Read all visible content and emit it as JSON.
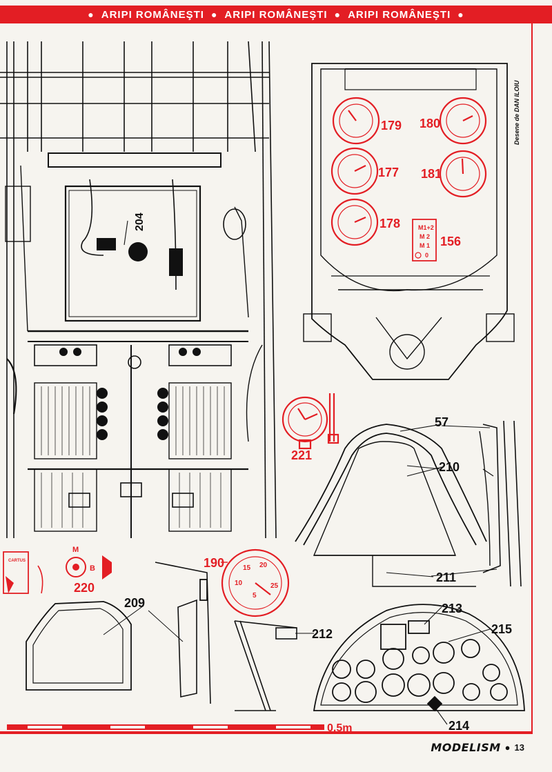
{
  "header": {
    "segments": [
      "ARIPI ROMÂNEŞTI",
      "ARIPI ROMÂNEŞTI",
      "ARIPI ROMÂNEŞTI"
    ]
  },
  "credit": "Desene de DAN ILOIU",
  "labels": {
    "l204": "204",
    "l179": "179",
    "l180": "180",
    "l177": "177",
    "l181": "181",
    "l178": "178",
    "l156": "156",
    "l221": "221",
    "l57": "57",
    "l210": "210",
    "l211": "211",
    "l190": "190",
    "l220": "220",
    "l209": "209",
    "l212": "212",
    "l213": "213",
    "l215": "215",
    "l214": "214"
  },
  "switch_panel": [
    "M1+2",
    "M 2",
    "M 1",
    "0"
  ],
  "dial_220": {
    "top": "M",
    "mid": "B"
  },
  "dial_190_marks": [
    "15",
    "20",
    "10",
    "25",
    "5"
  ],
  "small_text": "CARTUS",
  "scale_label": "0.5m",
  "footer": {
    "brand": "MODELISM",
    "page": "13"
  },
  "colors": {
    "accent": "#e31e24",
    "ink": "#111111",
    "paper": "#f6f4ef"
  }
}
